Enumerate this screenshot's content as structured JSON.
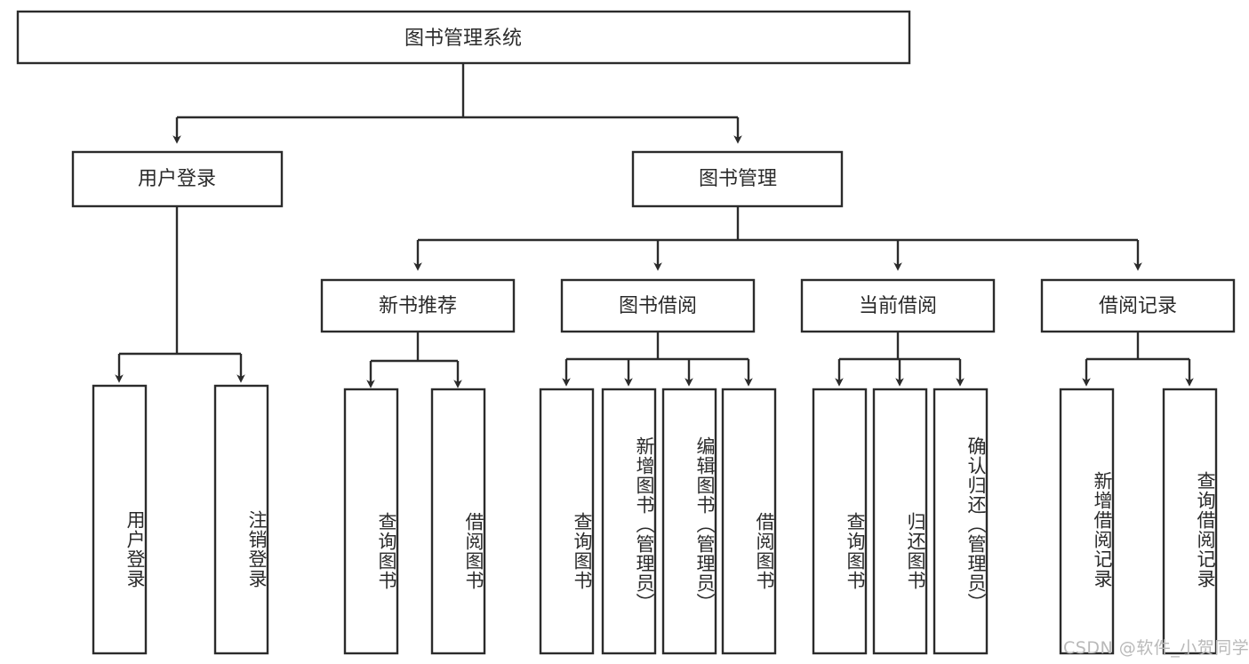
{
  "diagram": {
    "type": "tree-hierarchy",
    "title": "图书管理系统",
    "watermark": "CSDN @软件_小贺同学",
    "colors": {
      "stroke": "#2b2b2b",
      "fill": "#ffffff",
      "background": "#ffffff",
      "watermark": "#b9b9b9"
    },
    "root": {
      "label": "图书管理系统",
      "level": 0
    },
    "level2": [
      {
        "label": "用户登录"
      },
      {
        "label": "图书管理"
      }
    ],
    "level3": [
      {
        "label": "新书推荐"
      },
      {
        "label": "图书借阅"
      },
      {
        "label": "当前借阅"
      },
      {
        "label": "借阅记录"
      }
    ],
    "leaves": {
      "user_login": [
        {
          "label": "用户登录"
        },
        {
          "label": "注销登录"
        }
      ],
      "new_book": [
        {
          "label": "查询图书"
        },
        {
          "label": "借阅图书"
        }
      ],
      "borrow_book": [
        {
          "label": "查询图书"
        },
        {
          "label": "新增图书（管理员）"
        },
        {
          "label": "编辑图书（管理员）"
        },
        {
          "label": "借阅图书"
        }
      ],
      "current_borrow": [
        {
          "label": "查询图书"
        },
        {
          "label": "归还图书"
        },
        {
          "label": "确认归还（管理员）"
        }
      ],
      "borrow_record": [
        {
          "label": "新增借阅记录"
        },
        {
          "label": "查询借阅记录"
        }
      ]
    }
  }
}
